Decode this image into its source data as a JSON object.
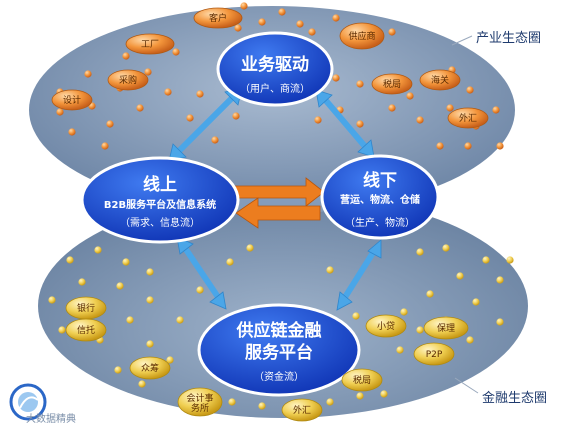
{
  "labels": {
    "industry_ecosystem": "产业生态圈",
    "finance_ecosystem": "金融生态圈"
  },
  "nodes": {
    "business_drive": {
      "title": "业务驱动",
      "sub": "（用户、商流）"
    },
    "online": {
      "title": "线上",
      "line2": "B2B服务平台及信息系统",
      "sub": "（需求、信息流）"
    },
    "offline": {
      "title": "线下",
      "line2": "营运、物流、仓储",
      "sub": "（生产、物流）"
    },
    "finance_platform": {
      "title1": "供应链金融",
      "title2": "服务平台",
      "sub": "（资金流）"
    }
  },
  "industry_tags": [
    "客户",
    "工厂",
    "供应商",
    "采购",
    "设计",
    "税局",
    "海关",
    "外汇"
  ],
  "finance_tags": [
    "银行",
    "信托",
    "众筹",
    "会计事务所",
    "外汇",
    "税局",
    "小贷",
    "保理",
    "P2P"
  ],
  "watermark": "大数据精典",
  "colors": {
    "top_ellipse": "#7a90ac",
    "bottom_ellipse": "#6f86a4",
    "overlap": "#8aa2bf",
    "node_fill": "#1d4fd8",
    "arrow_blue": "#4aa6e8",
    "arrow_orange": "#e8781a"
  }
}
